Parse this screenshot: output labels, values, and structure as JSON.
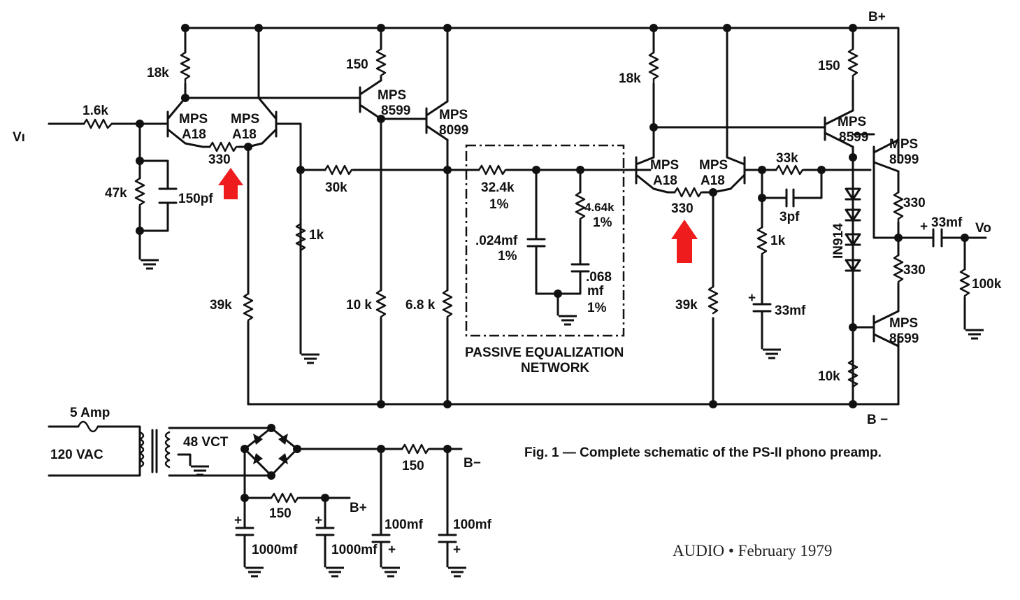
{
  "figure": {
    "caption": "Fig. 1 — Complete schematic of the PS-II phono preamp.",
    "credit": "AUDIO • February 1979"
  },
  "rails": {
    "b_plus": "B+",
    "b_minus": "B −"
  },
  "io": {
    "input": "Vı",
    "output": "Vo"
  },
  "stage1": {
    "r_input": "1.6k",
    "r_shunt": "47k",
    "c_shunt": "150pf",
    "r_collector": "18k",
    "q1": "MPS\nA18",
    "q2": "MPS\nA18",
    "r_emitter": "330",
    "r_tail": "39k",
    "r_feedback": "30k",
    "r_bias": "1k",
    "r_150": "150",
    "q3": "MPS\n8599",
    "q4": "MPS\n8099",
    "r_10k": "10 k",
    "r_6k8": "6.8 k"
  },
  "equalizer": {
    "title": "PASSIVE EQUALIZATION",
    "subtitle": "NETWORK",
    "r1": "32.4k",
    "r1_tol": "1%",
    "r2": "4.64k",
    "r2_tol": "1%",
    "c1": ".024mf",
    "c1_tol": "1%",
    "c2": ".068",
    "c2_unit": "mf",
    "c2_tol": "1%"
  },
  "stage2": {
    "r_collector": "18k",
    "q1": "MPS\nA18",
    "q2": "MPS\nA18",
    "r_emitter": "330",
    "r_tail": "39k",
    "r_feedback": "33k",
    "c_feedback": "3pf",
    "r_1k": "1k",
    "c_33": "33mf",
    "c_plus": "+",
    "r_150": "150",
    "q_driver": "MPS\n8599",
    "q_upper": "MPS\n8099",
    "q_lower": "MPS\n8599",
    "diodes": "IN914",
    "r_out1": "330",
    "r_out2": "330",
    "r_10k": "10k",
    "c_out": "33mf",
    "c_out_plus": "+",
    "r_load": "100k"
  },
  "power": {
    "fuse": "5 Amp",
    "mains": "120 VAC",
    "transformer": "48 VCT",
    "r1": "150",
    "r2": "150",
    "c1": "1000mf",
    "c2": "1000mf",
    "c3": "100mf",
    "c4": "100mf",
    "plus": "+"
  },
  "highlight_color": "#ee1c1c"
}
